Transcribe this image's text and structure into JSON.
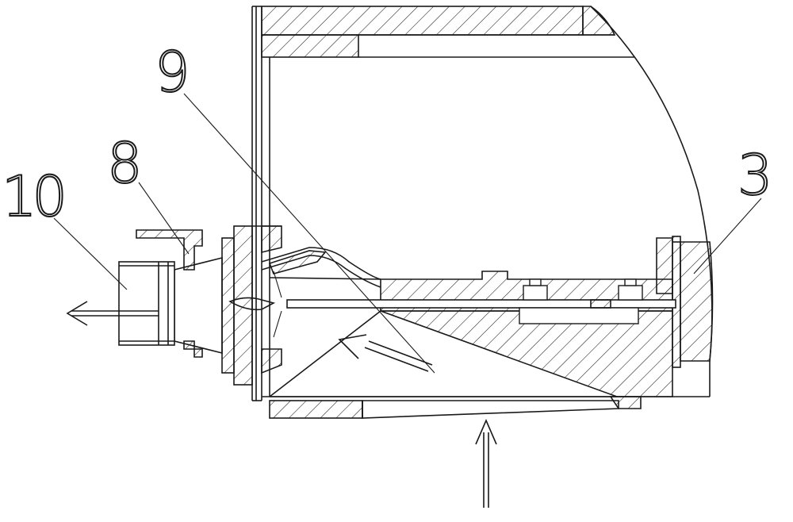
{
  "labels": {
    "part_10": "10",
    "part_8": "8",
    "part_9": "9",
    "part_3": "3"
  },
  "colors": {
    "line": "#1a1a1a",
    "background": "#ffffff"
  }
}
